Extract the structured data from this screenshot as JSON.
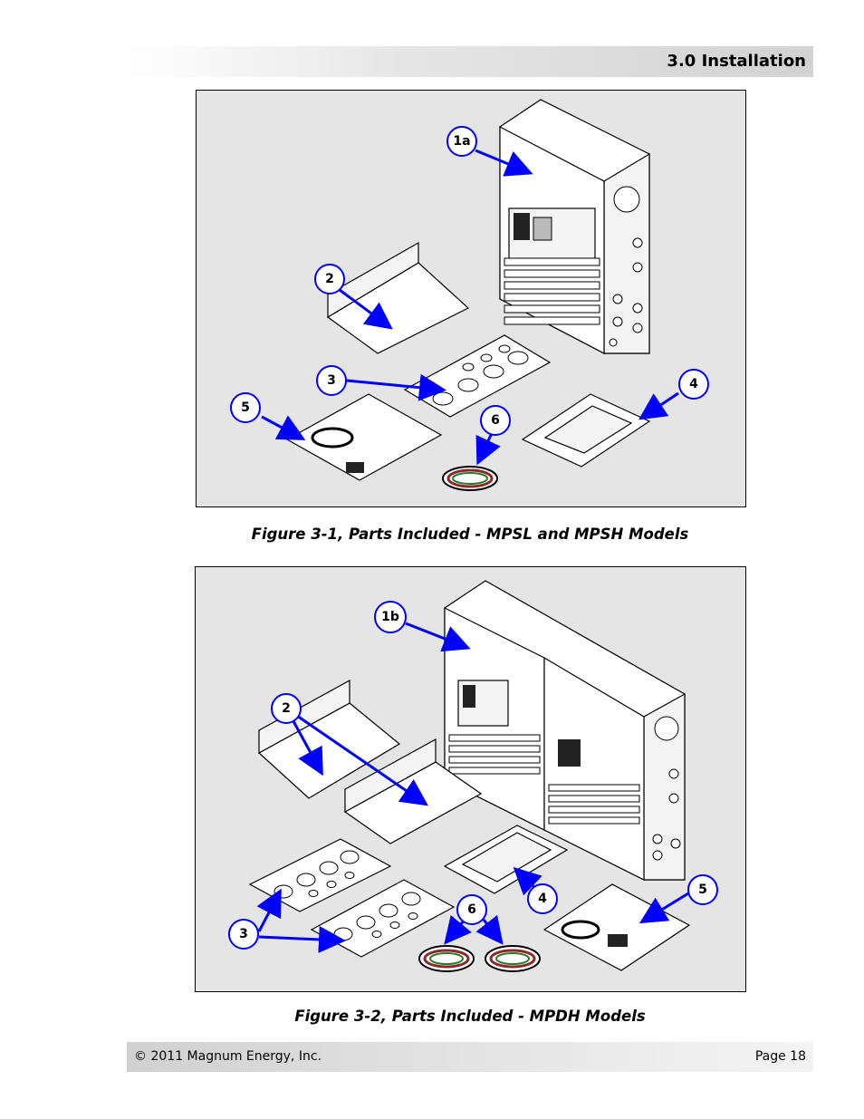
{
  "header": {
    "section_title": "3.0 Installation"
  },
  "figure1": {
    "caption": "Figure 3-1, Parts Included - MPSL and MPSH Models",
    "callouts": [
      "1a",
      "2",
      "3",
      "4",
      "5",
      "6"
    ]
  },
  "figure2": {
    "caption": "Figure 3-2, Parts Included - MPDH Models",
    "callouts": [
      "1b",
      "2",
      "3",
      "4",
      "5",
      "6"
    ]
  },
  "footer": {
    "copyright": "© 2011 Magnum Energy, Inc.",
    "page": "Page 18"
  },
  "colors": {
    "callout": "#0000ff",
    "figure_bg": "#e5e5e5"
  }
}
